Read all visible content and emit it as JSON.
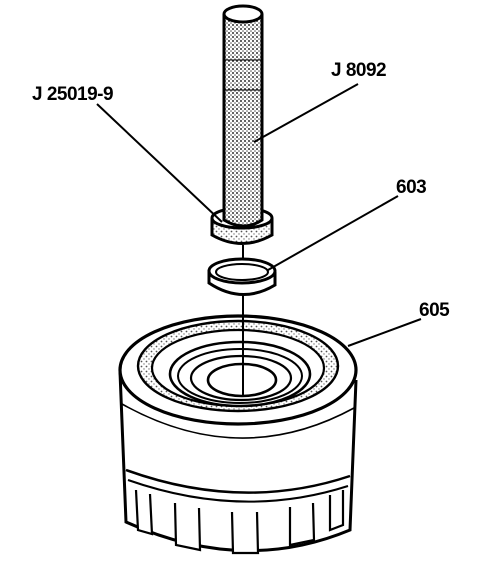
{
  "callouts": {
    "handle_tool": "J 8092",
    "installer_tool": "J 25019-9",
    "ring_part": "603",
    "housing_part": "605"
  },
  "colors": {
    "ink": "#000000",
    "paper": "#ffffff",
    "shade": "#555555"
  }
}
